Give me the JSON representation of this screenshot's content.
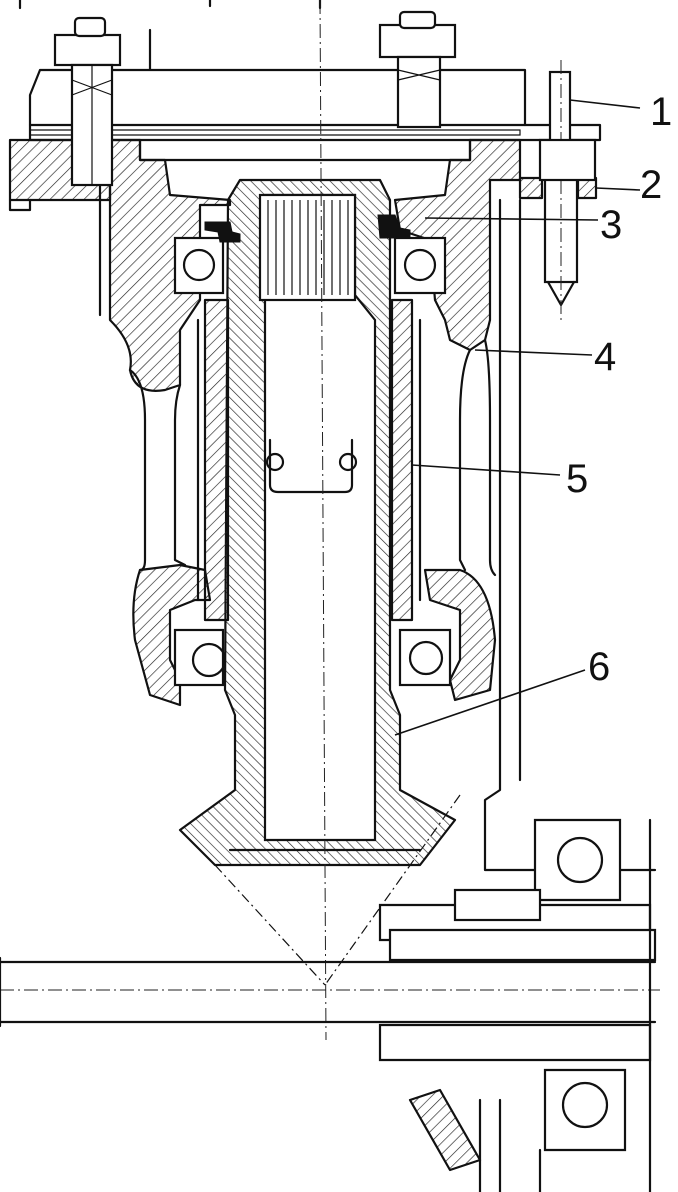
{
  "part_labels": [
    {
      "id": "1",
      "text": "1"
    },
    {
      "id": "2",
      "text": "2"
    },
    {
      "id": "3",
      "text": "3"
    },
    {
      "id": "4",
      "text": "4"
    },
    {
      "id": "5",
      "text": "5"
    },
    {
      "id": "6",
      "text": "6"
    }
  ]
}
